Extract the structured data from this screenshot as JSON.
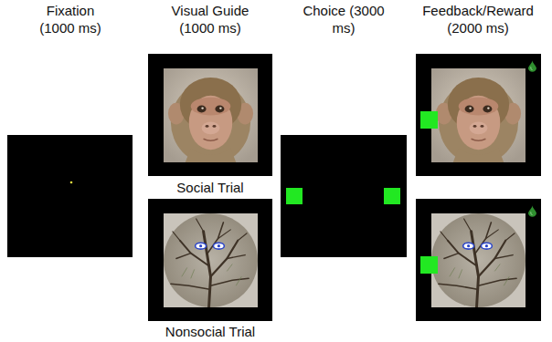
{
  "diagram": {
    "labels": [
      "Fixation (1000 ms)",
      "Visual Guide (1000 ms)",
      "Choice (3000 ms)",
      "Feedback/Reward (2000 ms)",
      "Social Trial",
      "Nonsocial Trial"
    ]
  }
}
